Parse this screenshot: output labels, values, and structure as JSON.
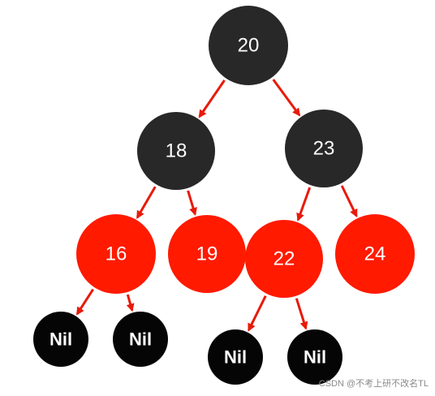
{
  "tree": {
    "type": "red-black-tree",
    "colors": {
      "black_node": "#282828",
      "black_text": "#ffffff",
      "red_node": "#ff1a00",
      "red_text": "#ffffff",
      "nil_node": "#050505",
      "nil_text": "#ffffff",
      "edge": "#e81a0a"
    },
    "nodes": [
      {
        "id": "n20",
        "label": "20",
        "color": "black"
      },
      {
        "id": "n18",
        "label": "18",
        "color": "black"
      },
      {
        "id": "n23",
        "label": "23",
        "color": "black"
      },
      {
        "id": "n16",
        "label": "16",
        "color": "red"
      },
      {
        "id": "n19",
        "label": "19",
        "color": "red"
      },
      {
        "id": "n22",
        "label": "22",
        "color": "red"
      },
      {
        "id": "n24",
        "label": "24",
        "color": "red"
      },
      {
        "id": "nil1",
        "label": "Nil",
        "color": "nil"
      },
      {
        "id": "nil2",
        "label": "Nil",
        "color": "nil"
      },
      {
        "id": "nil3",
        "label": "Nil",
        "color": "nil"
      },
      {
        "id": "nil4",
        "label": "Nil",
        "color": "nil"
      }
    ],
    "edges": [
      {
        "from": "n20",
        "to": "n18"
      },
      {
        "from": "n20",
        "to": "n23"
      },
      {
        "from": "n18",
        "to": "n16"
      },
      {
        "from": "n18",
        "to": "n19"
      },
      {
        "from": "n23",
        "to": "n22"
      },
      {
        "from": "n23",
        "to": "n24"
      },
      {
        "from": "n16",
        "to": "nil1"
      },
      {
        "from": "n16",
        "to": "nil2"
      },
      {
        "from": "n22",
        "to": "nil3"
      },
      {
        "from": "n22",
        "to": "nil4"
      }
    ]
  },
  "watermark": "CSDN @不考上研不改名TL"
}
